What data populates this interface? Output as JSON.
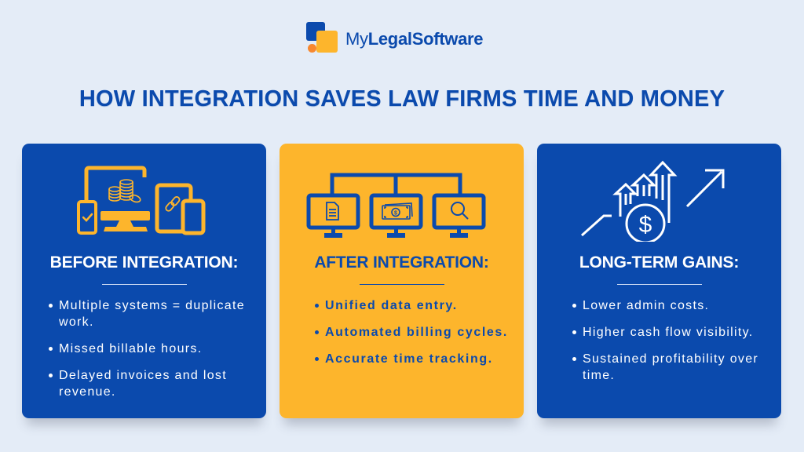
{
  "brand": {
    "name_light": "My",
    "name_bold": "LegalSoftware",
    "colors": {
      "blue": "#0b4aad",
      "yellow": "#fdb52c",
      "orange": "#f7882f",
      "background": "#e4ecf7"
    }
  },
  "title": "HOW INTEGRATION SAVES LAW FIRMS TIME AND MONEY",
  "cards": [
    {
      "title": "BEFORE INTEGRATION:",
      "icon": "devices-with-coins-icon",
      "items": [
        "Multiple systems = duplicate work.",
        "Missed billable hours.",
        "Delayed invoices and lost revenue."
      ]
    },
    {
      "title": "AFTER INTEGRATION:",
      "icon": "connected-monitors-icon",
      "items": [
        "Unified data entry.",
        "Automated billing cycles.",
        "Accurate time tracking."
      ]
    },
    {
      "title": "LONG-TERM GAINS:",
      "icon": "growth-arrows-dollar-icon",
      "items": [
        "Lower admin costs.",
        "Higher cash flow visibility.",
        "Sustained profitability over time."
      ]
    }
  ]
}
